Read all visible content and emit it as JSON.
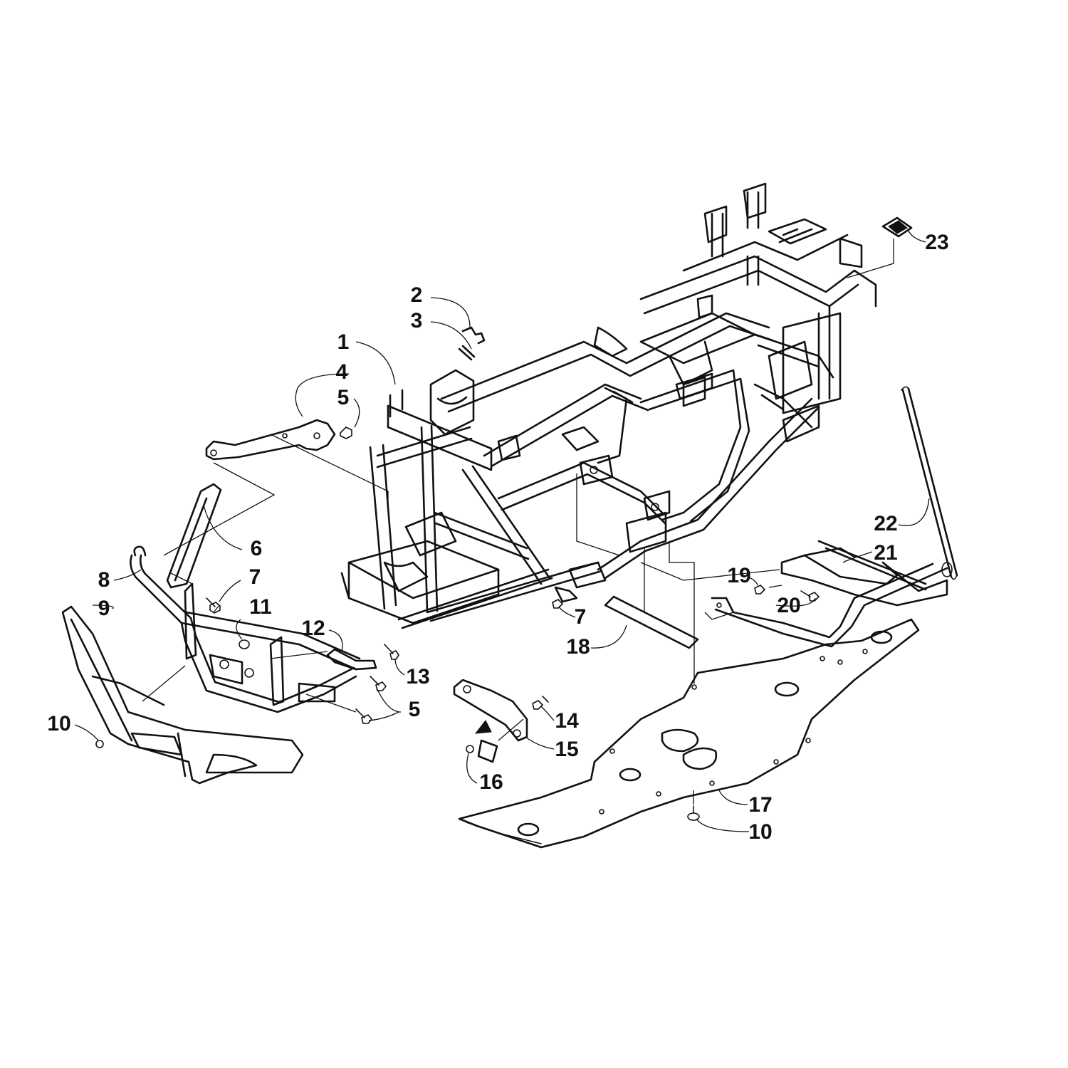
{
  "callouts": [
    {
      "id": "c1",
      "label": "1"
    },
    {
      "id": "c2",
      "label": "2"
    },
    {
      "id": "c3",
      "label": "3"
    },
    {
      "id": "c4",
      "label": "4"
    },
    {
      "id": "c5a",
      "label": "5"
    },
    {
      "id": "c6",
      "label": "6"
    },
    {
      "id": "c7a",
      "label": "7"
    },
    {
      "id": "c8",
      "label": "8"
    },
    {
      "id": "c9",
      "label": "9"
    },
    {
      "id": "c10a",
      "label": "10"
    },
    {
      "id": "c11",
      "label": "11"
    },
    {
      "id": "c12",
      "label": "12"
    },
    {
      "id": "c13",
      "label": "13"
    },
    {
      "id": "c5b",
      "label": "5"
    },
    {
      "id": "c14",
      "label": "14"
    },
    {
      "id": "c15",
      "label": "15"
    },
    {
      "id": "c16",
      "label": "16"
    },
    {
      "id": "c7b",
      "label": "7"
    },
    {
      "id": "c18",
      "label": "18"
    },
    {
      "id": "c17",
      "label": "17"
    },
    {
      "id": "c10b",
      "label": "10"
    },
    {
      "id": "c19",
      "label": "19"
    },
    {
      "id": "c20",
      "label": "20"
    },
    {
      "id": "c21",
      "label": "21"
    },
    {
      "id": "c22",
      "label": "22"
    },
    {
      "id": "c23",
      "label": "23"
    }
  ]
}
